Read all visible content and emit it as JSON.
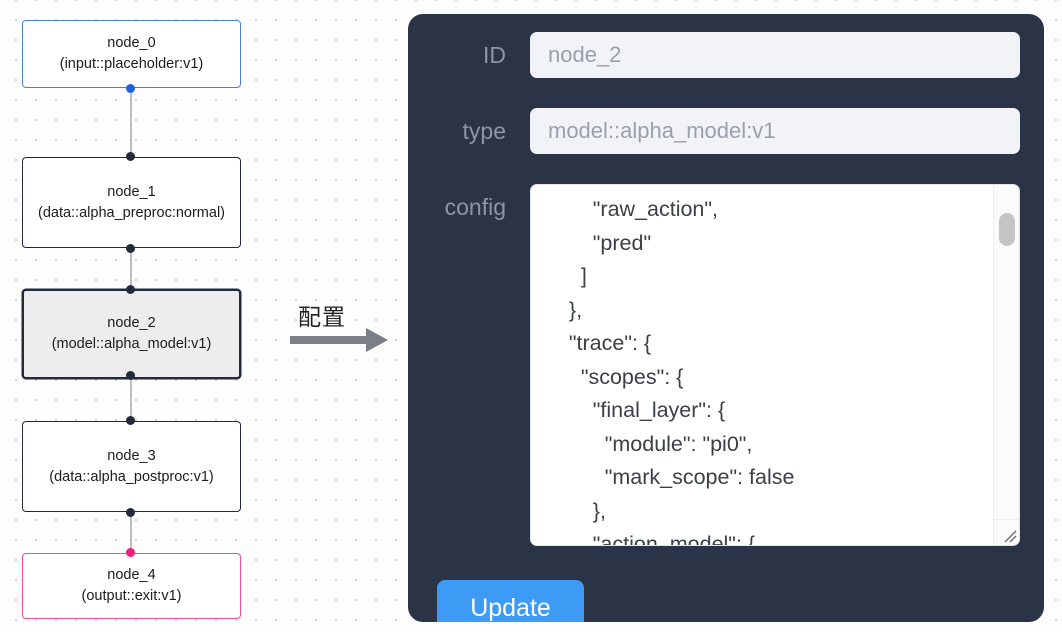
{
  "graph": {
    "nodes": [
      {
        "id": "node_0",
        "title": "node_0",
        "subtitle": "(input::placeholder:v1)",
        "label": "node_0\n(input::placeholder:v1)",
        "style": "blue",
        "selected": false
      },
      {
        "id": "node_1",
        "title": "node_1",
        "subtitle": "(data::alpha_preproc:normal)",
        "label": "node_1\n(data::alpha_preproc:normal)",
        "style": "default",
        "selected": false
      },
      {
        "id": "node_2",
        "title": "node_2",
        "subtitle": "(model::alpha_model:v1)",
        "label": "node_2\n(model::alpha_model:v1)",
        "style": "default",
        "selected": true
      },
      {
        "id": "node_3",
        "title": "node_3",
        "subtitle": "(data::alpha_postproc:v1)",
        "label": "node_3\n(data::alpha_postproc:v1)",
        "style": "default",
        "selected": false
      },
      {
        "id": "node_4",
        "title": "node_4",
        "subtitle": "(output::exit:v1)",
        "label": "node_4\n(output::exit:v1)",
        "style": "pink",
        "selected": false
      }
    ],
    "edges": [
      {
        "from": "node_0",
        "to": "node_1"
      },
      {
        "from": "node_1",
        "to": "node_2"
      },
      {
        "from": "node_2",
        "to": "node_3"
      },
      {
        "from": "node_3",
        "to": "node_4"
      }
    ],
    "colors": {
      "node_border": "#222838",
      "node_border_blue": "#4a7fd6",
      "node_border_pink": "#ef4e96",
      "handle_dark": "#232b3b",
      "handle_blue": "#2060df",
      "handle_pink": "#ef1f82",
      "selected_fill": "#ededed",
      "edge": "#bdbdbd"
    }
  },
  "annotation": {
    "label": "配置",
    "arrow_color": "#7b7f87"
  },
  "panel": {
    "background": "#2b3447",
    "id": {
      "label": "ID",
      "value": "node_2"
    },
    "type": {
      "label": "type",
      "value": "model::alpha_model:v1"
    },
    "config": {
      "label": "config",
      "value": "        \"raw_action\",\n        \"pred\"\n      ]\n    },\n    \"trace\": {\n      \"scopes\": {\n        \"final_layer\": {\n          \"module\": \"pi0\",\n          \"mark_scope\": false\n        },\n        \"action_model\": {"
    },
    "update_button": {
      "label": "Update",
      "color": "#3d9bf5"
    }
  }
}
